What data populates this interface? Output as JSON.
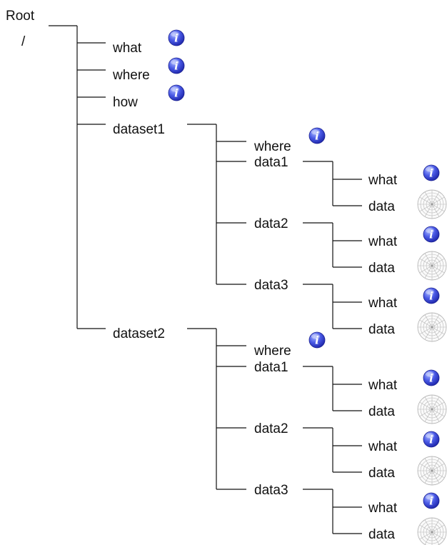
{
  "root": {
    "label": "Root",
    "path": "/"
  },
  "top_items": [
    {
      "label": "what",
      "icon": "info-icon"
    },
    {
      "label": "where",
      "icon": "info-icon"
    },
    {
      "label": "how",
      "icon": "info-icon"
    }
  ],
  "datasets": [
    {
      "label": "dataset1",
      "where": {
        "label": "where",
        "icon": "info-icon"
      },
      "data": [
        {
          "label": "data1",
          "what": {
            "label": "what",
            "icon": "info-icon"
          },
          "data": {
            "label": "data",
            "icon": "polar-grid-icon"
          }
        },
        {
          "label": "data2",
          "what": {
            "label": "what",
            "icon": "info-icon"
          },
          "data": {
            "label": "data",
            "icon": "polar-grid-icon"
          }
        },
        {
          "label": "data3",
          "what": {
            "label": "what",
            "icon": "info-icon"
          },
          "data": {
            "label": "data",
            "icon": "polar-grid-icon"
          }
        }
      ]
    },
    {
      "label": "dataset2",
      "where": {
        "label": "where",
        "icon": "info-icon"
      },
      "data": [
        {
          "label": "data1",
          "what": {
            "label": "what",
            "icon": "info-icon"
          },
          "data": {
            "label": "data",
            "icon": "polar-grid-icon"
          }
        },
        {
          "label": "data2",
          "what": {
            "label": "what",
            "icon": "info-icon"
          },
          "data": {
            "label": "data",
            "icon": "polar-grid-icon"
          }
        },
        {
          "label": "data3",
          "what": {
            "label": "what",
            "icon": "info-icon"
          },
          "data": {
            "label": "data",
            "icon": "polar-grid-icon"
          }
        }
      ]
    }
  ],
  "colors": {
    "info_icon": "#2a34c8",
    "info_icon_light": "#8ea0ff",
    "line": "#111111",
    "polar_grid": "#b8b8b8"
  }
}
